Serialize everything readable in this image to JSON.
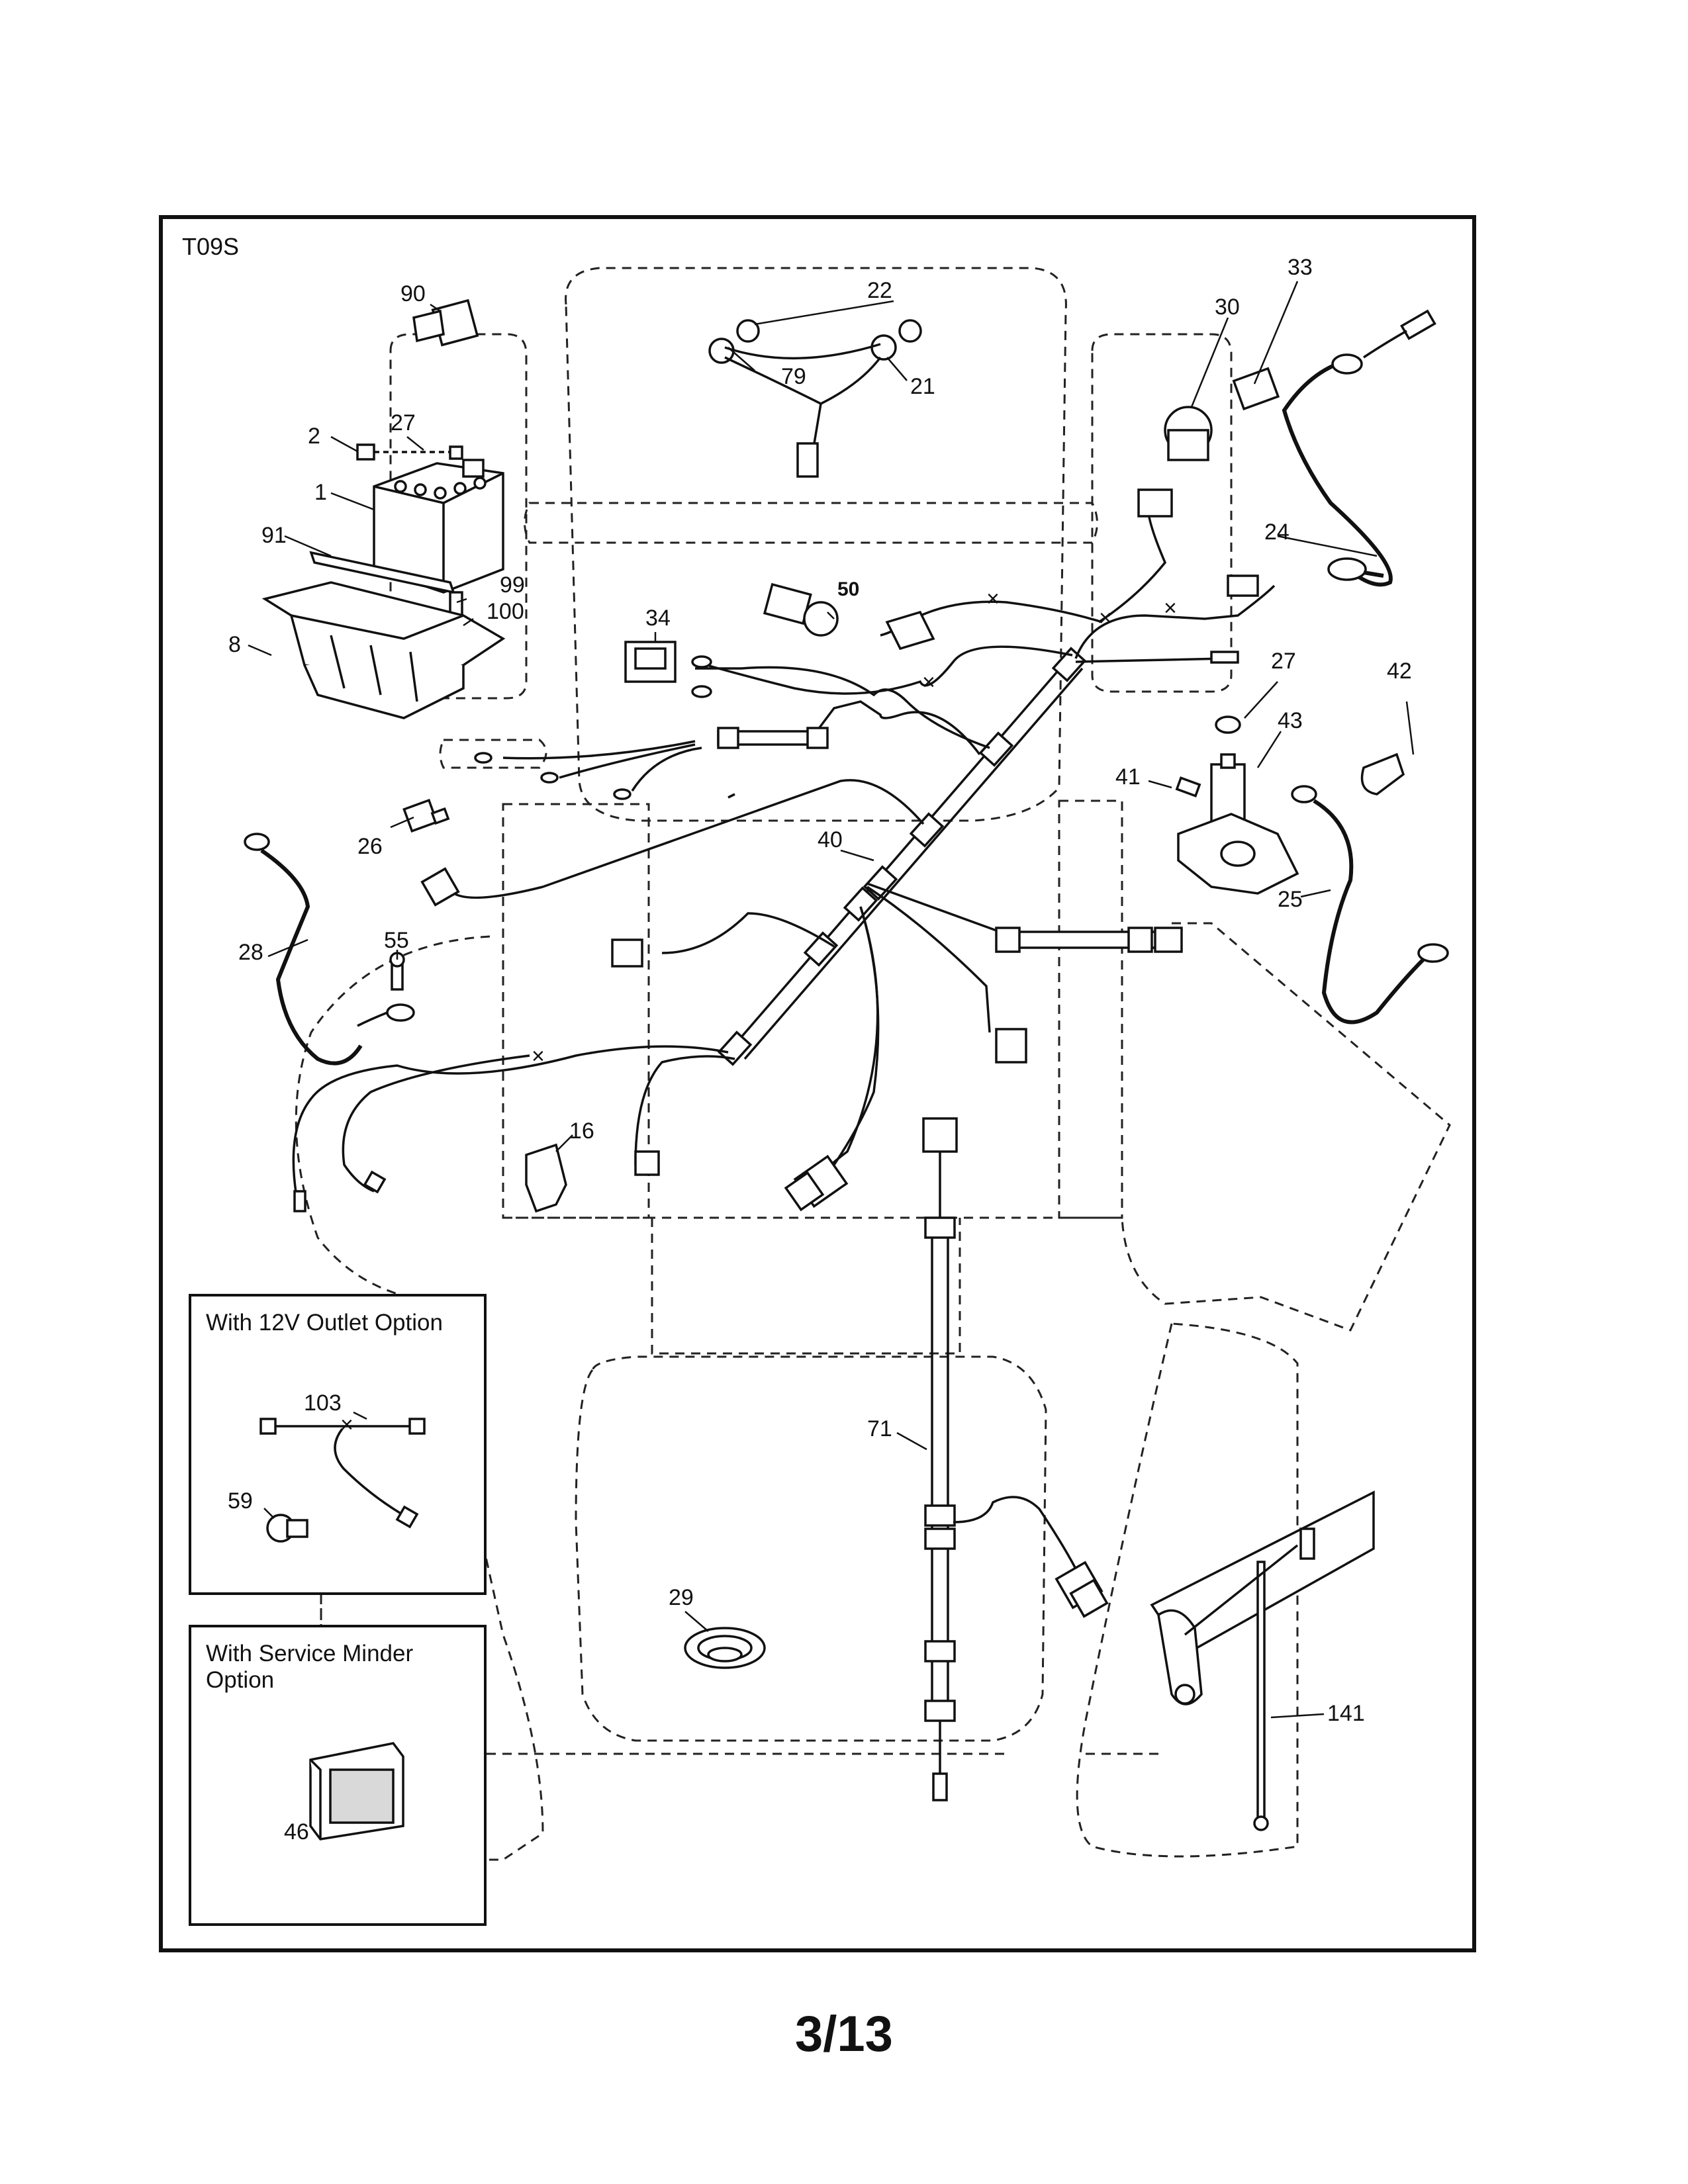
{
  "diagram": {
    "code": "T09S",
    "page_number": "3/13",
    "callouts": [
      {
        "id": "c90",
        "text": "90"
      },
      {
        "id": "c22",
        "text": "22"
      },
      {
        "id": "c79",
        "text": "79"
      },
      {
        "id": "c21",
        "text": "21"
      },
      {
        "id": "c30",
        "text": "30"
      },
      {
        "id": "c33",
        "text": "33"
      },
      {
        "id": "c2",
        "text": "2"
      },
      {
        "id": "c27a",
        "text": "27"
      },
      {
        "id": "c1",
        "text": "1"
      },
      {
        "id": "c91",
        "text": "91"
      },
      {
        "id": "c99",
        "text": "99"
      },
      {
        "id": "c100",
        "text": "100"
      },
      {
        "id": "c8",
        "text": "8"
      },
      {
        "id": "c24",
        "text": "24"
      },
      {
        "id": "c50",
        "text": "50"
      },
      {
        "id": "c34",
        "text": "34"
      },
      {
        "id": "c27b",
        "text": "27"
      },
      {
        "id": "c42",
        "text": "42"
      },
      {
        "id": "c43",
        "text": "43"
      },
      {
        "id": "c41",
        "text": "41"
      },
      {
        "id": "c26",
        "text": "26"
      },
      {
        "id": "c40",
        "text": "40"
      },
      {
        "id": "c25",
        "text": "25"
      },
      {
        "id": "c28",
        "text": "28"
      },
      {
        "id": "c55",
        "text": "55"
      },
      {
        "id": "c16",
        "text": "16"
      },
      {
        "id": "c103",
        "text": "103"
      },
      {
        "id": "c59",
        "text": "59"
      },
      {
        "id": "c71",
        "text": "71"
      },
      {
        "id": "c29",
        "text": "29"
      },
      {
        "id": "c141",
        "text": "141"
      },
      {
        "id": "c46",
        "text": "46"
      }
    ],
    "insets": [
      {
        "title": "With 12V Outlet Option"
      },
      {
        "title": "With Service Minder Option"
      }
    ]
  }
}
